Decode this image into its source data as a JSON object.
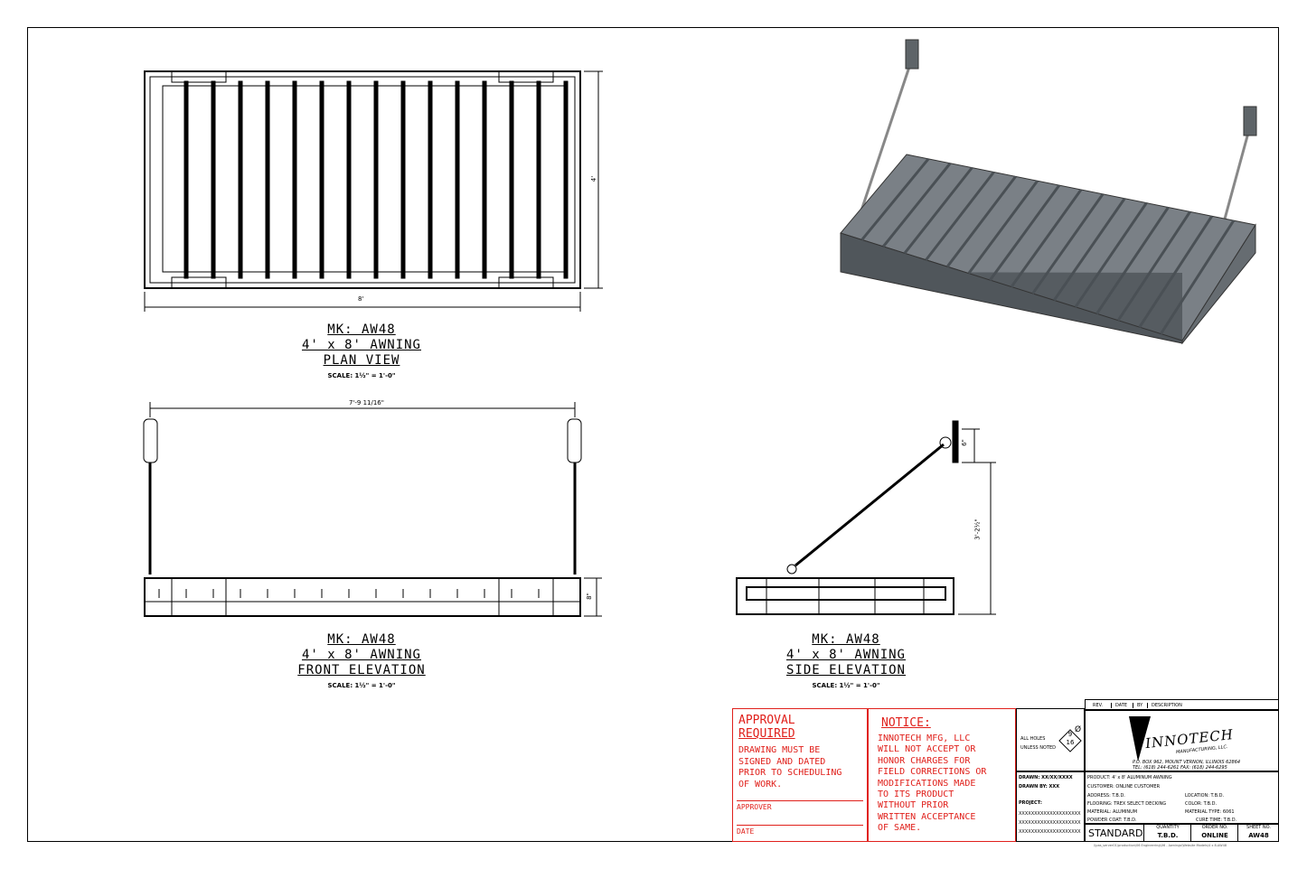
{
  "views": {
    "plan": {
      "mark": "MK: AW48",
      "size": "4' x 8' AWNING",
      "name": "PLAN VIEW",
      "scale": "SCALE: 1½\" = 1'-0\"",
      "dim_width": "8'",
      "dim_height": "4'"
    },
    "front": {
      "mark": "MK: AW48",
      "size": "4' x 8' AWNING",
      "name": "FRONT ELEVATION",
      "scale": "SCALE: 1½\" = 1'-0\"",
      "dim_span": "7'-9 11/16\"",
      "dim_height": "8\""
    },
    "side": {
      "mark": "MK: AW48",
      "size": "4' x 8' AWNING",
      "name": "SIDE ELEVATION",
      "scale": "SCALE: 1½\" = 1'-0\"",
      "dim_top": "6\"",
      "dim_rise": "3'-2½\""
    }
  },
  "approval": {
    "title_line1": "APPROVAL",
    "title_line2": "REQUIRED",
    "body": [
      "DRAWING MUST BE",
      "SIGNED AND DATED",
      "PRIOR TO SCHEDULING",
      "OF WORK."
    ],
    "approver_label": "APPROVER",
    "date_label": "DATE"
  },
  "notice": {
    "title": "NOTICE:",
    "body": [
      "INNOTECH MFG, LLC",
      "WILL NOT ACCEPT OR",
      "HONOR CHARGES FOR",
      "FIELD CORRECTIONS OR",
      "MODIFICATIONS MADE",
      "TO ITS PRODUCT",
      "WITHOUT PRIOR",
      "WRITTEN ACCEPTANCE",
      "OF SAME."
    ]
  },
  "holes": {
    "line1": "ALL HOLES",
    "line2": "UNLESS NOTED",
    "num": "9",
    "den": "16",
    "symbol": "Ø"
  },
  "revision": {
    "rev": "REV.",
    "date": "DATE",
    "by": "BY",
    "description": "DESCRIPTION"
  },
  "company": {
    "name": "INNOTECH",
    "sub": "MANUFACTURING, LLC.",
    "address": "P.O. BOX 962, MOUNT VERNON, ILLINOIS 62864",
    "phone": "TEL: (618) 244-6261  FAX: (618) 244-6295"
  },
  "title_block": {
    "drawn": "DRAWN: XX/XX/XXXX",
    "drawn_by": "DRAWN BY: XXX",
    "project": "PROJECT:",
    "x_lines": [
      "XXXXXXXXXXXXXXXXXXXX",
      "XXXXXXXXXXXXXXXXXXXX",
      "XXXXXXXXXXXXXXXXXXXX"
    ],
    "product": "PRODUCT: 4' x 8' ALUMINUM AWNING",
    "customer": "CUSTOMER: ONLINE CUSTOMER",
    "address": "ADDRESS: T.B.D.",
    "location": "LOCATION: T.B.D.",
    "flooring": "FLOORING: TREX SELECT DECKING",
    "color": "COLOR: T.B.D.",
    "material": "MATERIAL: ALUMINUM",
    "material_type": "MATERIAL TYPE: 6061",
    "powder_coat": "POWDER COAT: T.B.D.",
    "cure_time": "CURE TIME: T.B.D.",
    "standard": "STANDARD",
    "quantity_label": "QUANTITY",
    "quantity": "T.B.D.",
    "order_label": "ORDER NO.",
    "order": "ONLINE",
    "sheet_label": "SHEET NO.",
    "sheet": "AW48",
    "file_path": "\\\\pas_server01\\production\\06 Engineering\\06 - Awnings\\Website Models\\4 x 8-AW48"
  }
}
